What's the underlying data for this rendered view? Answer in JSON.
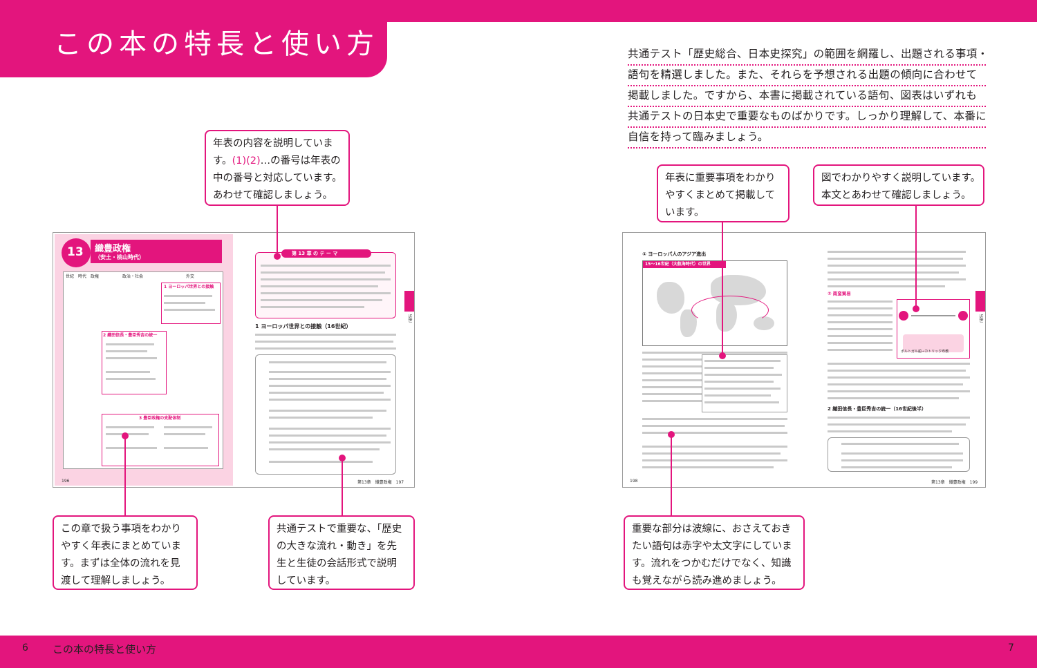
{
  "header": {
    "title": "この本の特長と使い方"
  },
  "intro": {
    "lines": [
      "共通テスト「歴史総合、日本史探究」の範囲を網羅し、出題される事項・",
      "語句を精選しました。また、それらを予想される出題の傾向に合わせて",
      "掲載しました。ですから、本書に掲載されている語句、図表はいずれも",
      "共通テストの日本史で重要なものばかりです。しっかり理解して、本番に",
      "自信を持って臨みましょう。"
    ]
  },
  "callouts": {
    "theme": {
      "line1": "年表の内容を説明していま",
      "line2_pre": "す。",
      "line2_hl": "(1)(2)",
      "line2_post": "…の番号は年表の",
      "line3": "中の番号と対応しています。",
      "line4": "あわせて確認しましょう。"
    },
    "chronology": [
      "年表に重要事項をわかり",
      "やすくまとめて掲載して",
      "います。"
    ],
    "figure": [
      "図でわかりやすく説明しています。",
      "本文とあわせて確認しましょう。"
    ],
    "timeline": [
      "この章で扱う事項をわかり",
      "やすく年表にまとめていま",
      "す。まずは全体の流れを見",
      "渡して理解しましょう。"
    ],
    "dialogue": [
      "共通テストで重要な、「歴史",
      "の大きな流れ・動き」を先",
      "生と生徒の会話形式で説明",
      "しています。"
    ],
    "underline": [
      "重要な部分は波線に、おさえておき",
      "たい語句は赤字や太文字にしていま",
      "す。流れをつかむだけでなく、知識",
      "も覚えながら読み進めましょう。"
    ]
  },
  "spread_left": {
    "chapter_num": "13",
    "chapter_title": "織豊政権",
    "chapter_sub": "（安土・桃山時代）",
    "table_headers": [
      "世紀",
      "時代",
      "政権",
      "政治・社会",
      "外交"
    ],
    "timeline_items": [
      "1 ヨーロッパ世界との接触",
      "2 織田信長・豊臣秀吉の統一",
      "3 豊臣政権の支配体制"
    ],
    "theme_title": "第 13 章 の テ ー マ",
    "section1": "1 ヨーロッパ世界との接触（16世紀）",
    "page_left": "196",
    "page_right": "第13章　織豊政権　197",
    "side_tab": "近世"
  },
  "spread_right": {
    "section_title": "① ヨーロッパ人のアジア進出",
    "map_label": "15〜16世紀（大航海時代）の世界",
    "section2": "② 南蛮貿易",
    "section3": "2 織田信長・豊臣秀吉の統一（16世紀後半）",
    "trade_label": "ポルトガル船→カトリック布教",
    "page_left": "198",
    "page_right": "第13章　織豊政権　199",
    "side_tab": "近世"
  },
  "footer": {
    "page_left": "6",
    "title": "この本の特長と使い方",
    "page_right": "7"
  },
  "colors": {
    "accent": "#e3157d",
    "light_pink": "#fbd3e3"
  }
}
